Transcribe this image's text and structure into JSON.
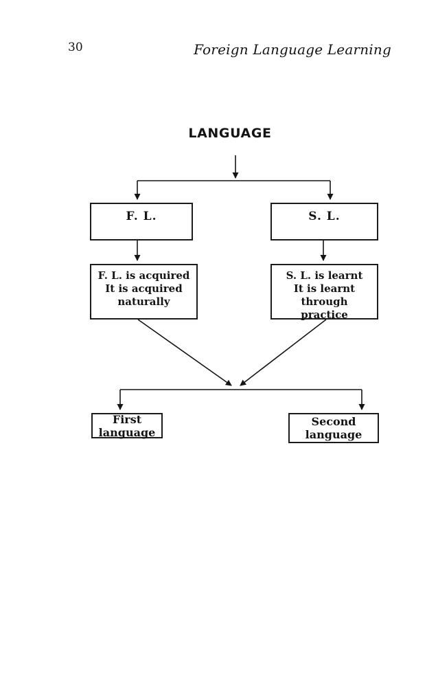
{
  "page": {
    "number": "30",
    "header_title": "Foreign Language Learning"
  },
  "diagram": {
    "title": "LANGUAGE",
    "fl_box": {
      "label": "F. L."
    },
    "sl_box": {
      "label": "S. L."
    },
    "fl_desc": {
      "line1": "F. L. is acquired",
      "line2": "It is acquired",
      "line3": "naturally"
    },
    "sl_desc": {
      "line1": "S. L. is learnt",
      "line2": "It is learnt through",
      "line3": "practice"
    },
    "first_box": {
      "label": "First language"
    },
    "second_box": {
      "label": "Second language"
    },
    "colors": {
      "ink": "#141414",
      "paper": "#ffffff"
    }
  }
}
